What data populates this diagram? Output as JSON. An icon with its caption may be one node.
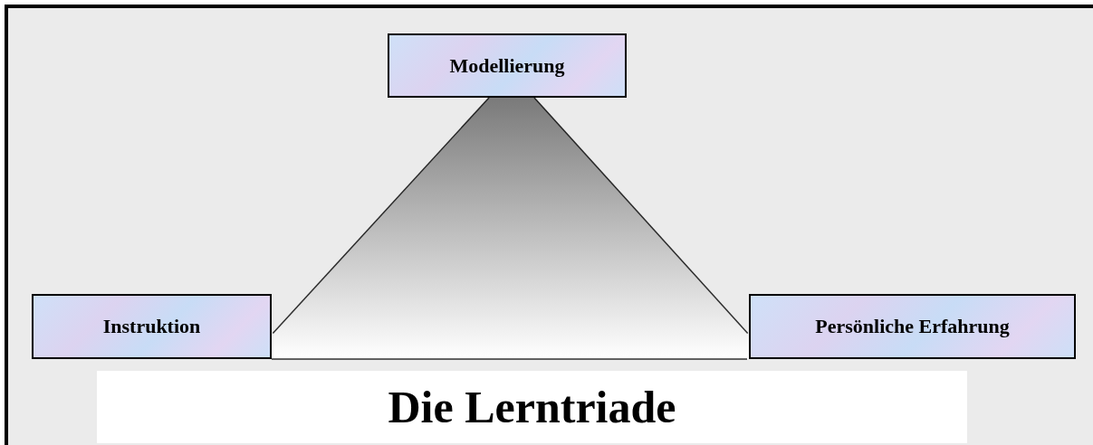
{
  "diagram": {
    "title": "Die Lerntriade",
    "nodes": [
      {
        "text": [
          "Modellierung"
        ]
      },
      {
        "text": [
          "Instruktion"
        ]
      },
      {
        "text": [
          "Persönliche Erfahrung"
        ]
      }
    ],
    "edges": [
      {
        "from": 0,
        "to": 1,
        "arrow": "none"
      },
      {
        "from": 0,
        "to": 2,
        "arrow": "none"
      },
      {
        "from": 1,
        "to": 2,
        "arrow": "none"
      }
    ]
  }
}
